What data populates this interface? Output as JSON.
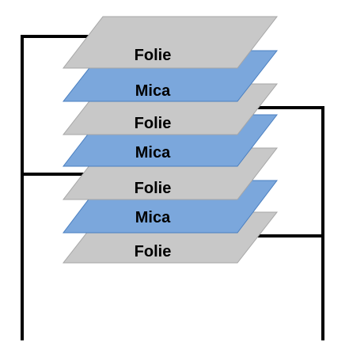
{
  "diagram": {
    "colors": {
      "folie_fill": "#c8c8c8",
      "folie_stroke": "#a6a6a6",
      "mica_fill": "#7ba7dc",
      "mica_stroke": "#4a7fc0",
      "wire": "#000000"
    },
    "layers": [
      {
        "material": "folie",
        "label": "Folie"
      },
      {
        "material": "mica",
        "label": "Mica"
      },
      {
        "material": "folie",
        "label": "Folie"
      },
      {
        "material": "mica",
        "label": "Mica"
      },
      {
        "material": "folie",
        "label": "Folie"
      },
      {
        "material": "mica",
        "label": "Mica"
      },
      {
        "material": "folie",
        "label": "Folie"
      }
    ]
  }
}
